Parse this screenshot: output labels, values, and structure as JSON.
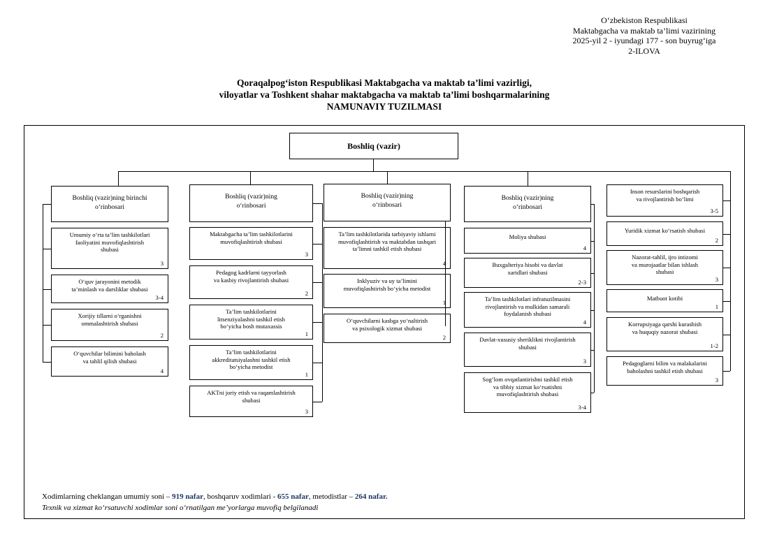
{
  "header": {
    "line1": "O‘zbekiston Respublikasi",
    "line2": "Maktabgacha va maktab ta’limi vazirining",
    "line3": "2025-yil 2 - iyundagi 177 - son buyrug‘iga",
    "line4": "2-ILOVA"
  },
  "title": {
    "line1": "Qoraqalpog‘iston Respublikasi Maktabgacha va maktab ta’limi vazirligi,",
    "line2": "viloyatlar va Toshkent shahar  maktabgacha va maktab ta’limi boshqarmalarining",
    "line3": "NAMUNAVIY TUZILMASI"
  },
  "root": "Boshliq (vazir)",
  "columns": [
    {
      "head": [
        "Boshliq (vazir)ning birinchi",
        "o‘rinbosari"
      ],
      "items": [
        {
          "lines": [
            "Umumiy o‘rta ta’lim tashkilotlari",
            "faoliyatini muvofiqlashtirish",
            "shubasi"
          ],
          "n": "3"
        },
        {
          "lines": [
            "O‘quv jarayonini metodik",
            "ta’minlash va darsliklar shubasi"
          ],
          "n": "3-4"
        },
        {
          "lines": [
            "Xorijiy tillarni o‘rganishni",
            "ommalashtirish shubasi"
          ],
          "n": "2"
        },
        {
          "lines": [
            "O‘quvchilar bilimini baholash",
            "va tahlil qilish shubasi"
          ],
          "n": "4"
        }
      ]
    },
    {
      "head": [
        "Boshliq (vazir)ning",
        "o‘rinbosari"
      ],
      "items": [
        {
          "lines": [
            "Maktabgacha ta’lim tashkilotlarini",
            "muvofiqlashtirish shubasi"
          ],
          "n": "3"
        },
        {
          "lines": [
            "Pedagog kadrlarni tayyorlash",
            "va kasbiy rivojlantirish shubasi"
          ],
          "n": "2"
        },
        {
          "lines": [
            "Ta’lim tashkilotlarini",
            "litsenziyalashni tashkil etish",
            "bo‘yicha bosh mutaxassis"
          ],
          "n": "1"
        },
        {
          "lines": [
            "Ta’lim tashkilotlarini",
            "akkreditatsiyalashni tashkil etish",
            "bo‘yicha metodist"
          ],
          "n": "1"
        },
        {
          "lines": [
            "AKTni joriy etish va raqamlashtirish",
            "shubasi"
          ],
          "n": "3"
        }
      ]
    },
    {
      "head": [
        "Boshliq (vazir)ning",
        "o‘rinbosari"
      ],
      "items": [
        {
          "lines": [
            "Ta’lim tashkilotlarida tarbiyaviy ishlarni",
            "muvofiqlashtirish va maktabdan tashqari",
            "ta’limni tashkil etish shubasi"
          ],
          "n": "4"
        },
        {
          "lines": [
            "Inklyuziv va uy ta’limini",
            "muvofiqlashtirish bo‘yicha metodist"
          ],
          "n": "1"
        },
        {
          "lines": [
            "O‘quvchilarni kasbga yo‘naltirish",
            "va psixologik xizmat shubasi"
          ],
          "n": "2"
        }
      ]
    },
    {
      "head": [
        "Boshliq (vazir)ning",
        "o‘rinbosari"
      ],
      "items": [
        {
          "lines": [
            "Moliya shubasi"
          ],
          "n": "4"
        },
        {
          "lines": [
            "Buxgalteriya hisobi va davlat",
            "xaridlari shubasi"
          ],
          "n": "2-3"
        },
        {
          "lines": [
            "Ta’lim tashkilotlari infratuzilmasini",
            "rivojlantirish va mulkidan samarali",
            "foydalanish shubasi"
          ],
          "n": "4"
        },
        {
          "lines": [
            "Davlat-xususiy sheriklikni rivojlantirish",
            "shubasi"
          ],
          "n": "3"
        },
        {
          "lines": [
            "Sog‘lom ovqatlantirishni tashkil etish",
            "va tibbiy xizmat ko‘rsatishni",
            "muvofiqlashtirish shubasi"
          ],
          "n": "3-4"
        }
      ]
    },
    {
      "items": [
        {
          "lines": [
            "Inson resurslarini boshqarish",
            "va rivojlantirish bo‘limi"
          ],
          "n": "3-5"
        },
        {
          "lines": [
            "Yuridik xizmat ko‘rsatish shubasi"
          ],
          "n": "2"
        },
        {
          "lines": [
            "Nazorat-tahlil, ijro intizomi",
            "va murojaatlar bilan ishlash",
            "shubasi"
          ],
          "n": "3"
        },
        {
          "lines": [
            "Matbuot kotibi"
          ],
          "n": "1"
        },
        {
          "lines": [
            "Korrupsiyaga qarshi kurashish",
            "va huquqiy nazorat shubasi"
          ],
          "n": "1-2"
        },
        {
          "lines": [
            "Pedagoglarni bilim va malakalarini",
            "baholashni tashkil etish shubasi"
          ],
          "n": "3"
        }
      ]
    }
  ],
  "footer": {
    "line1_a": "Xodimlarning cheklangan umumiy soni – ",
    "line1_b": "919 nafar",
    "line1_c": ", boshqaruv xodimlari - ",
    "line1_d": "655 nafar",
    "line1_e": ", metodistlar – ",
    "line1_f": "264 nafar",
    "line1_g": ".",
    "line2": "Texnik va xizmat ko‘rsatuvchi xodimlar soni o‘rnatilgan me’yorlarga muvofiq belgilanadi"
  }
}
